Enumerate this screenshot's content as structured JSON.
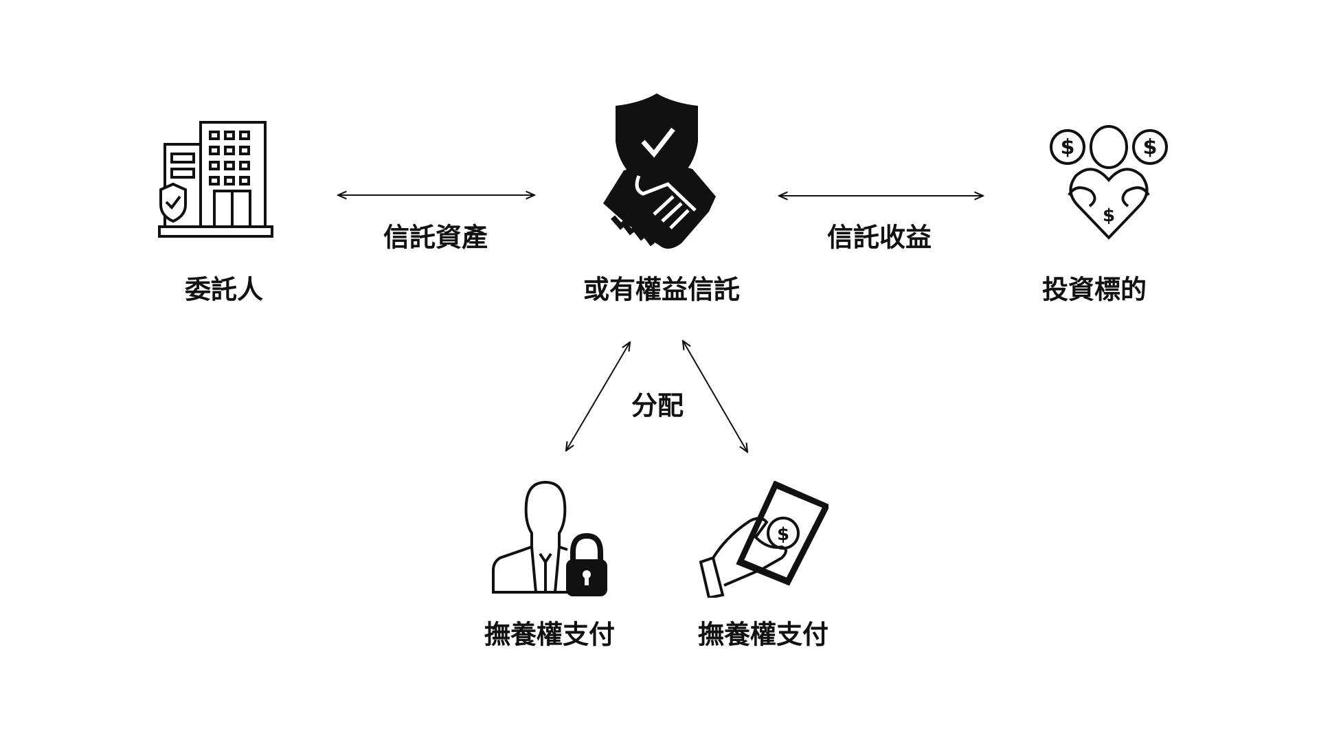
{
  "nodes": {
    "settlor": {
      "label": "委託人",
      "icon": "building-shield-icon"
    },
    "trust": {
      "label": "或有權益信託",
      "icon": "shield-handshake-icon"
    },
    "investment": {
      "label": "投資標的",
      "icon": "person-heart-dollar-icon"
    },
    "beneficiary_left": {
      "label": "撫養權支付",
      "icon": "businessman-lock-icon"
    },
    "beneficiary_right": {
      "label": "撫養權支付",
      "icon": "hand-money-icon"
    }
  },
  "edges": {
    "trust_assets": "信託資產",
    "trust_income": "信託收益",
    "distribution": "分配"
  },
  "colors": {
    "stroke": "#111111",
    "background": "#ffffff"
  }
}
